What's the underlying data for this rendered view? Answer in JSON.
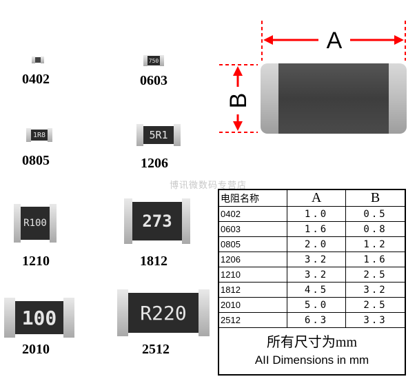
{
  "chips": [
    {
      "id": "0402",
      "label": "0402",
      "marking": ""
    },
    {
      "id": "0603",
      "label": "0603",
      "marking": "750"
    },
    {
      "id": "0805",
      "label": "0805",
      "marking": "1R8"
    },
    {
      "id": "1206",
      "label": "1206",
      "marking": "5R1"
    },
    {
      "id": "1210",
      "label": "1210",
      "marking": "R100"
    },
    {
      "id": "1812",
      "label": "1812",
      "marking": "273"
    },
    {
      "id": "2010",
      "label": "2010",
      "marking": "100"
    },
    {
      "id": "2512",
      "label": "2512",
      "marking": "R220"
    }
  ],
  "dimension_diagram": {
    "label_a": "A",
    "label_b": "B",
    "arrow_color": "#ff0000"
  },
  "table": {
    "header": {
      "name": "电阻名称",
      "a": "A",
      "b": "B"
    },
    "rows": [
      {
        "size": "0402",
        "a": "1.0",
        "b": "0.5"
      },
      {
        "size": "0603",
        "a": "1.6",
        "b": "0.8"
      },
      {
        "size": "0805",
        "a": "2.0",
        "b": "1.2"
      },
      {
        "size": "1206",
        "a": "3.2",
        "b": "1.6"
      },
      {
        "size": "1210",
        "a": "3.2",
        "b": "2.5"
      },
      {
        "size": "1812",
        "a": "4.5",
        "b": "3.2"
      },
      {
        "size": "2010",
        "a": "5.0",
        "b": "2.5"
      },
      {
        "size": "2512",
        "a": "6.3",
        "b": "3.3"
      }
    ],
    "footer_cn": "所有尺寸为mm",
    "footer_en": "AII Dimensions in mm"
  },
  "watermark": "博讯微数码专营店"
}
